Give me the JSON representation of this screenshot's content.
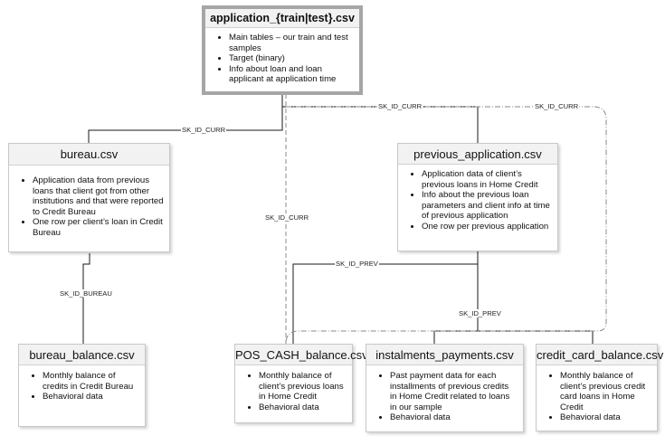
{
  "nodes": {
    "application": {
      "title": "application_{train|test}.csv",
      "items": [
        "Main tables – our train and test samples",
        "Target (binary)",
        "Info about loan and loan applicant at application time"
      ]
    },
    "bureau": {
      "title": "bureau.csv",
      "items": [
        "Application data from previous loans that client got from other institutions and that were reported to Credit Bureau",
        "One row per client’s loan in Credit Bureau"
      ]
    },
    "previous_application": {
      "title": "previous_application.csv",
      "items": [
        "Application data of client’s previous loans in Home Credit",
        "Info about the previous loan parameters and client info at time of previous application",
        "One row per previous application"
      ]
    },
    "bureau_balance": {
      "title": "bureau_balance.csv",
      "items": [
        "Monthly balance of credits in Credit Bureau",
        "Behavioral data"
      ]
    },
    "pos_cash_balance": {
      "title": "POS_CASH_balance.csv",
      "items": [
        "Monthly balance of client’s previous loans in Home Credit",
        "Behavioral data"
      ]
    },
    "installments_payments": {
      "title": "instalments_payments.csv",
      "items": [
        "Past payment data for each installments of previous credits in Home Credit related to loans in our sample",
        "Behavioral data"
      ]
    },
    "credit_card_balance": {
      "title": "credit_card_balance.csv",
      "items": [
        "Monthly balance of client’s previous credit card loans in Home Credit",
        "Behavioral data"
      ]
    }
  },
  "edges": {
    "app_to_bureau": "SK_ID_CURR",
    "app_to_previous": "SK_ID_CURR",
    "app_to_credit_card": "SK_ID_CURR",
    "app_to_pos_cash": "SK_ID_CURR",
    "bureau_to_bureau_balance": "SK_ID_BUREAU",
    "previous_to_pos_cash": "SK_ID_PREV",
    "previous_to_installments": "SK_ID_PREV"
  },
  "colors": {
    "line": "#1a1a1a",
    "dashed_line": "#8a8a8a",
    "box_border": "#c8c8c8",
    "title_fill": "#f2f2f2",
    "main_box_border": "#a6a6a6"
  }
}
